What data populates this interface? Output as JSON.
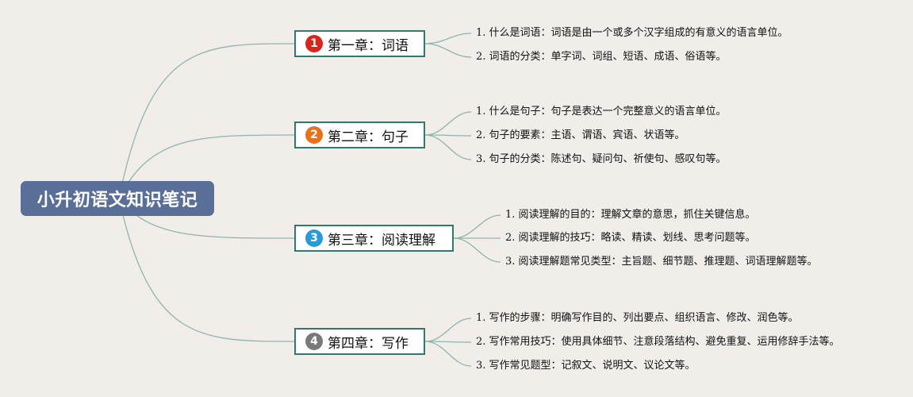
{
  "root": {
    "title": "小升初语文知识笔记"
  },
  "chapters": [
    {
      "number": "1",
      "badge_color": "#d9261c",
      "label": "第一章：词语",
      "items": [
        "1. 什么是词语：词语是由一个或多个汉字组成的有意义的语言单位。",
        "2. 词语的分类：单字词、词组、短语、成语、俗语等。"
      ]
    },
    {
      "number": "2",
      "badge_color": "#e8711a",
      "label": "第二章：句子",
      "items": [
        "1. 什么是句子：句子是表达一个完整意义的语言单位。",
        "2. 句子的要素：主语、谓语、宾语、状语等。",
        "3. 句子的分类：陈述句、疑问句、祈使句、感叹句等。"
      ]
    },
    {
      "number": "3",
      "badge_color": "#2a9ad6",
      "label": "第三章：阅读理解",
      "items": [
        "1. 阅读理解的目的：理解文章的意思，抓住关键信息。",
        "2. 阅读理解的技巧：略读、精读、划线、思考问题等。",
        "3. 阅读理解题常见类型：主旨题、细节题、推理题、词语理解题等。"
      ]
    },
    {
      "number": "4",
      "badge_color": "#7a7a7a",
      "label": "第四章：写作",
      "items": [
        "1. 写作的步骤：明确写作目的、列出要点、组织语言、修改、润色等。",
        "2. 写作常用技巧：使用具体细节、注意段落结构、避免重复、运用修辞手法等。",
        "3. 写作常见题型：记叙文、说明文、议论文等。"
      ]
    }
  ],
  "colors": {
    "background": "#f1ede8",
    "root_fill": "#5a6f97",
    "chapter_border": "#2f7a6e",
    "connector": "#8fb5ad"
  }
}
